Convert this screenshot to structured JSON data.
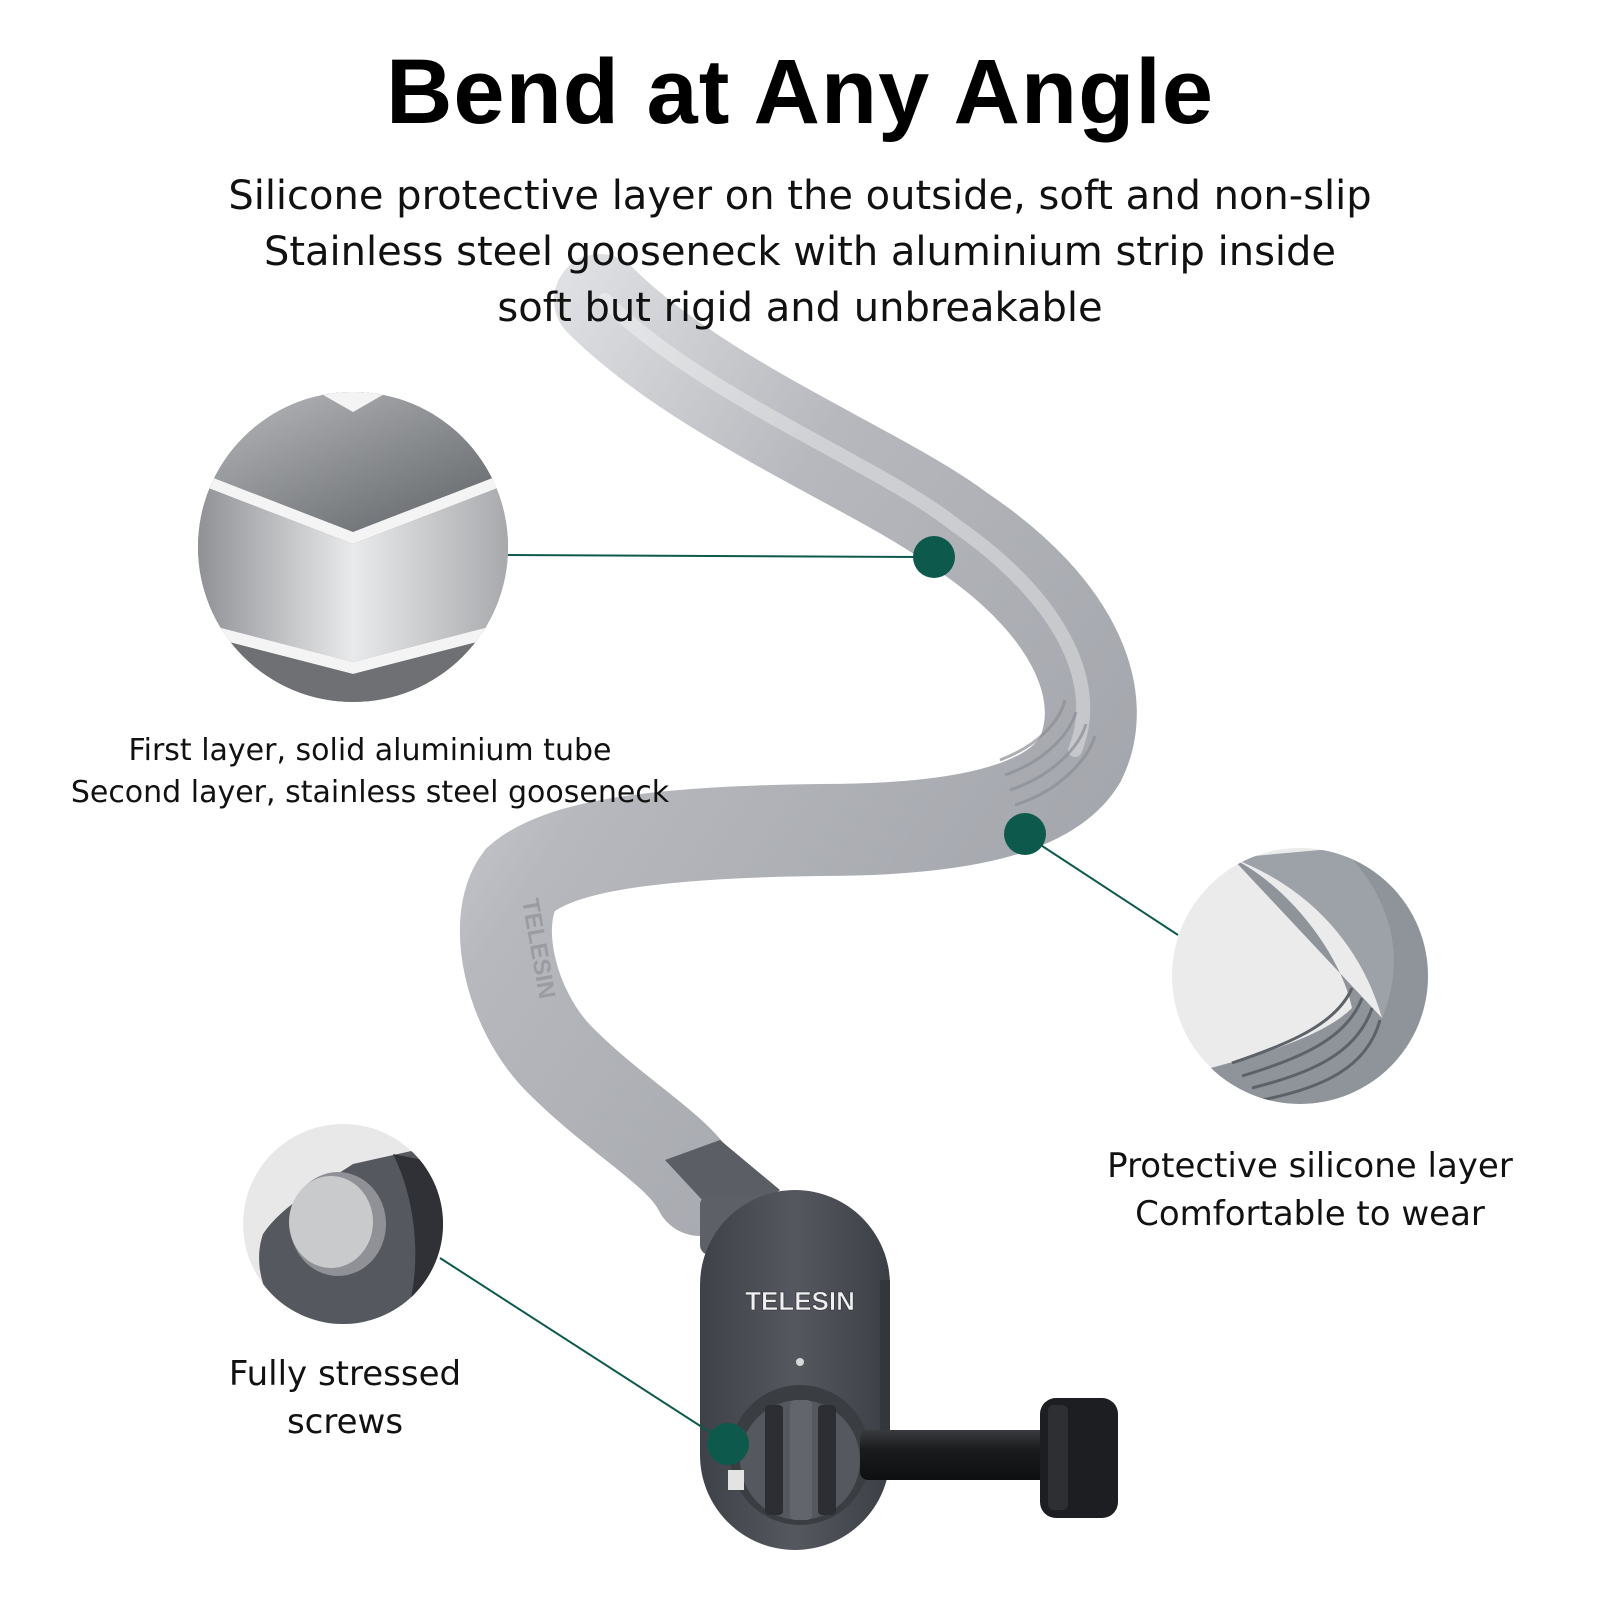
{
  "header": {
    "title": "Bend at Any Angle",
    "subtitle_lines": [
      "Silicone protective layer on the outside, soft and non-slip",
      "Stainless steel gooseneck with aluminium strip inside",
      "soft but rigid and unbreakable"
    ]
  },
  "callouts": [
    {
      "id": "layers",
      "lines": [
        "First layer, solid aluminium tube",
        "Second layer, stainless steel gooseneck"
      ]
    },
    {
      "id": "silicone",
      "lines": [
        "Protective silicone layer",
        "Comfortable to wear"
      ]
    },
    {
      "id": "screws",
      "lines": [
        "Fully stressed",
        "screws"
      ]
    }
  ],
  "product": {
    "brand_label": "TELESIN",
    "embossed_label": "TELESIN"
  },
  "colors": {
    "accent_dot": "#0d5a4c",
    "leader_line": "#0d5a4c",
    "silicone": "#a9acb3",
    "mount_body": "#4a4d54",
    "knob": "#1c1d20"
  }
}
